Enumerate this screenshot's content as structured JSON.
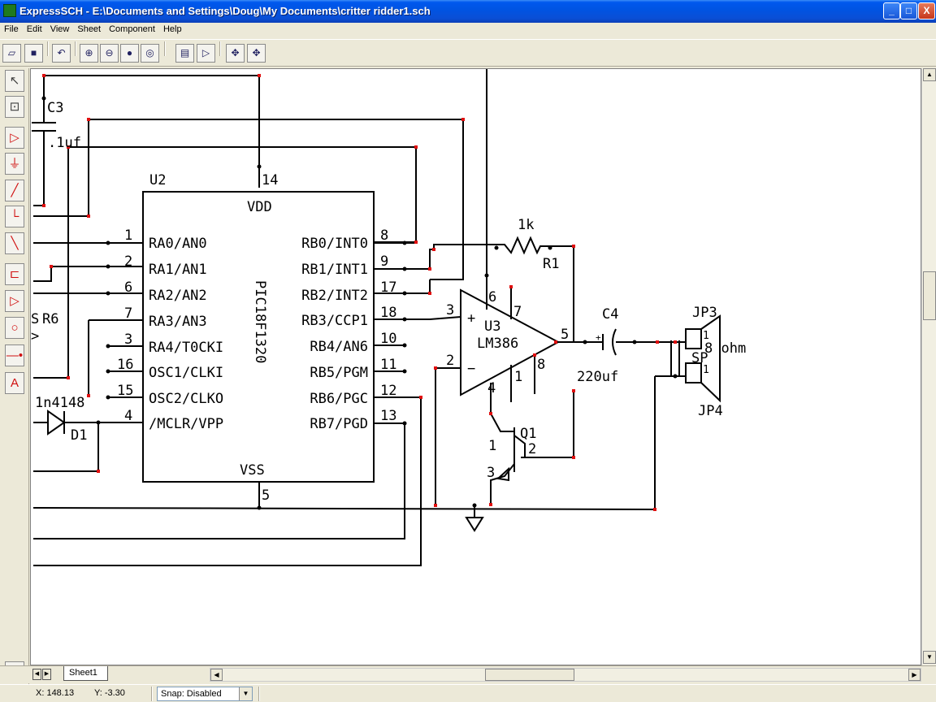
{
  "window": {
    "title": "ExpressSCH - E:\\Documents and Settings\\Doug\\My Documents\\critter ridder1.sch",
    "minimize": "_",
    "maximize": "□",
    "close": "X"
  },
  "menu": [
    "File",
    "Edit",
    "View",
    "Sheet",
    "Component",
    "Help"
  ],
  "toolbar": [
    "open-icon",
    "save-icon",
    "undo-icon",
    "zoom-in-icon",
    "zoom-out-icon",
    "zoom-fit-icon",
    "zoom-area-icon",
    "properties-icon",
    "component-icon",
    "pan-icon",
    "move-icon"
  ],
  "left_tools": [
    "select-arrow-icon",
    "zoom-select-icon",
    "place-component-icon",
    "ground-icon",
    "wire-icon",
    "bus-icon",
    "diagonal-wire-icon",
    "pin-icon",
    "port-icon",
    "circle-icon",
    "junction-icon",
    "text-icon"
  ],
  "schematic": {
    "labels": {
      "c3": "C3",
      "c3_value": ".1uf",
      "u2": "U2",
      "u2_vdd_pin": "14",
      "u2_vdd": "VDD",
      "u2_vss": "VSS",
      "u2_vss_pin": "5",
      "u2_part": "PIC18F1320",
      "r6": "R6",
      "r6_frag1": "S",
      "r6_frag2": ">",
      "d1_part": "1n4148",
      "d1": "D1",
      "r1_value": "1k",
      "r1": "R1",
      "u3": "U3",
      "u3_part": "LM386",
      "u3_plus": "+",
      "u3_minus": "−",
      "u3_pin6": "6",
      "u3_pin7": "7",
      "u3_pin3": "3",
      "u3_pin2": "2",
      "u3_pin5": "5",
      "u3_pin8": "8",
      "u3_pin1": "1",
      "u3_pin4": "4",
      "c4": "C4",
      "c4_value": "220uf",
      "c4_plus": "+",
      "jp3": "JP3",
      "jp4": "JP4",
      "sp": "SP",
      "speaker_value": "8 ohm",
      "jp3_pin": "1",
      "jp4_pin": "1",
      "q1": "Q1",
      "q1_pin1": "1",
      "q1_pin2": "2",
      "q1_pin3": "3"
    },
    "left_pins": [
      {
        "num": "1",
        "name": "RA0/AN0"
      },
      {
        "num": "2",
        "name": "RA1/AN1"
      },
      {
        "num": "6",
        "name": "RA2/AN2"
      },
      {
        "num": "7",
        "name": "RA3/AN3"
      },
      {
        "num": "3",
        "name": "RA4/T0CKI"
      },
      {
        "num": "16",
        "name": "OSC1/CLKI"
      },
      {
        "num": "15",
        "name": "OSC2/CLKO"
      },
      {
        "num": "4",
        "name": "/MCLR/VPP"
      }
    ],
    "right_pins": [
      {
        "num": "8",
        "name": "RB0/INT0"
      },
      {
        "num": "9",
        "name": "RB1/INT1"
      },
      {
        "num": "17",
        "name": "RB2/INT2"
      },
      {
        "num": "18",
        "name": "RB3/CCP1"
      },
      {
        "num": "10",
        "name": "RB4/AN6"
      },
      {
        "num": "11",
        "name": "RB5/PGM"
      },
      {
        "num": "12",
        "name": "RB6/PGC"
      },
      {
        "num": "13",
        "name": "RB7/PGD"
      }
    ]
  },
  "sheet_tab": "Sheet1",
  "status": {
    "x": "X: 148.13",
    "y": "Y: -3.30",
    "snap": "Snap: Disabled"
  },
  "colors": {
    "titlebar": "#0054e3",
    "wire": "#000000",
    "wire_endpoint": "#e01010",
    "tool_icon": "#d01010"
  }
}
